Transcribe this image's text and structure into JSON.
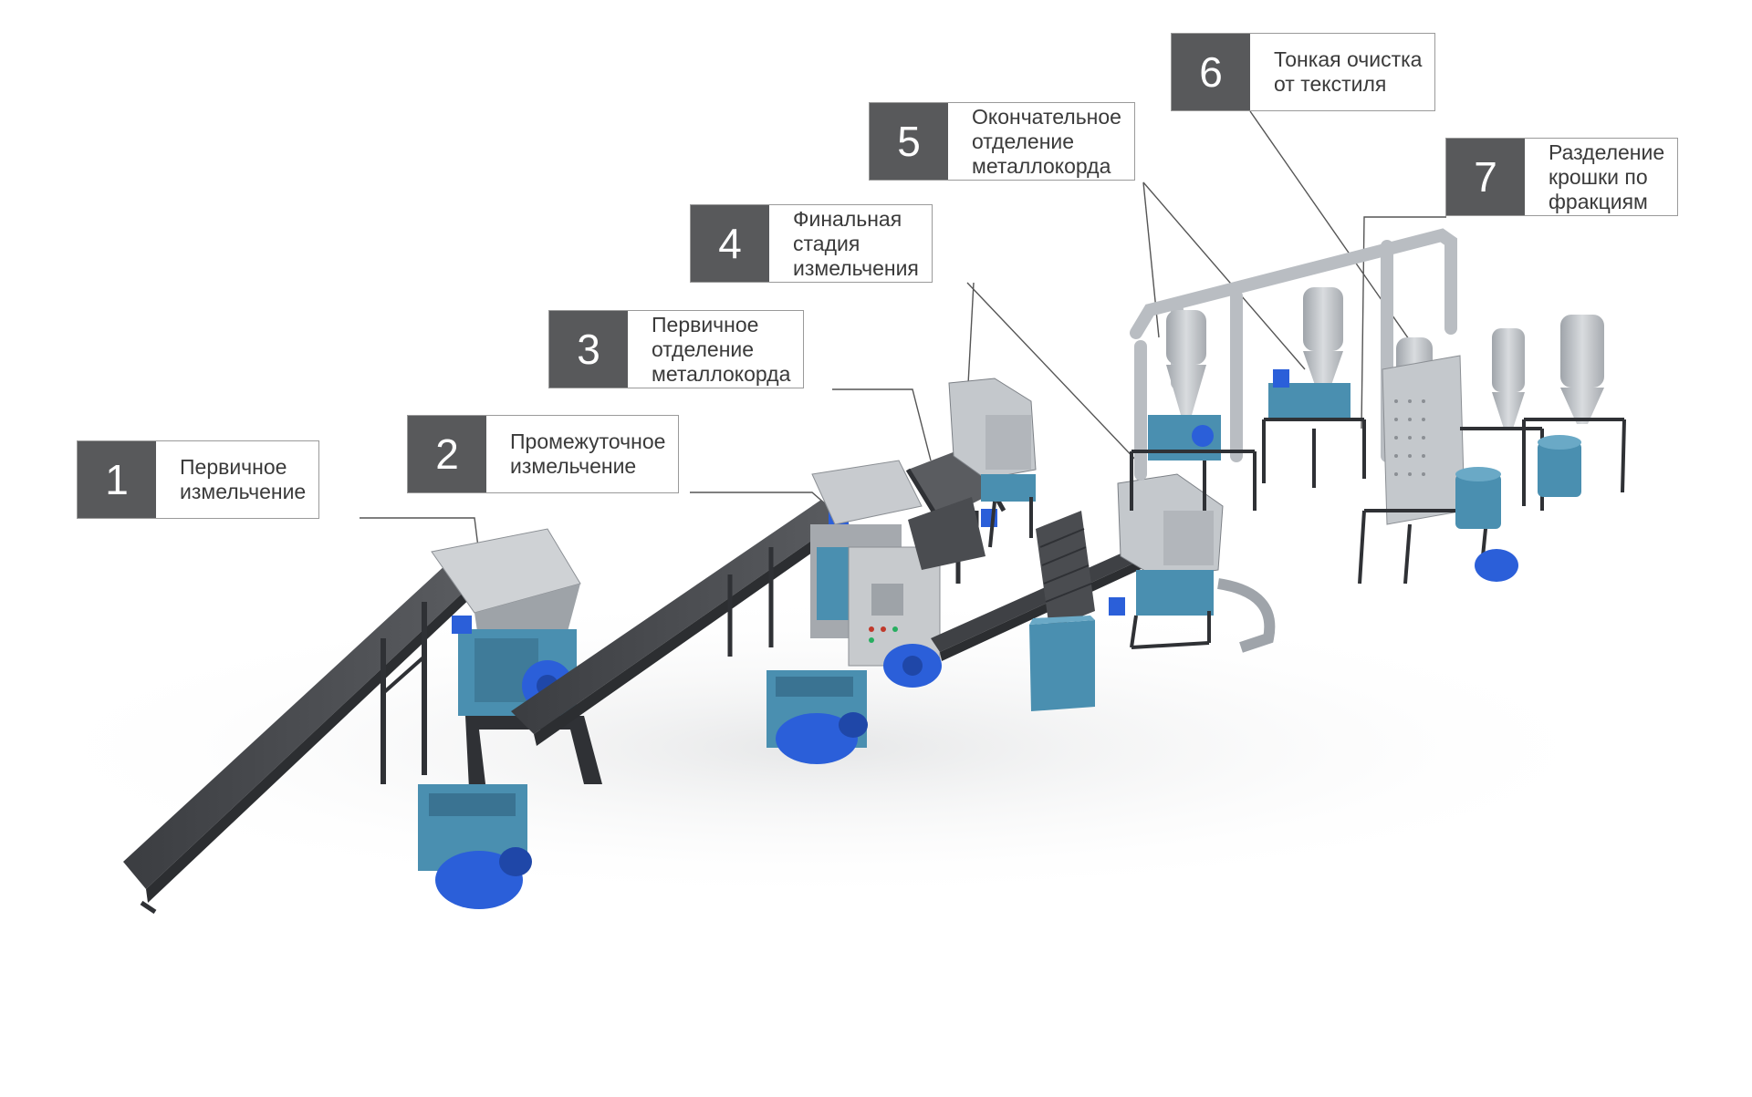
{
  "stages": [
    {
      "number": "1",
      "text": "Первичное\nизмельчение"
    },
    {
      "number": "2",
      "text": "Промежуточное\nизмельчение"
    },
    {
      "number": "3",
      "text": "Первичное\nотделение\nметаллокорда"
    },
    {
      "number": "4",
      "text": "Финальная\nстадия\nизмельчения"
    },
    {
      "number": "5",
      "text": "Окончательное\nотделение\nметаллокорда"
    },
    {
      "number": "6",
      "text": "Тонкая очистка\nот текстиля"
    },
    {
      "number": "7",
      "text": "Разделение\nкрошки по\nфракциям"
    }
  ],
  "colors": {
    "label_box": "#58595b",
    "motor_blue": "#2b5fd9",
    "machine_teal": "#4a8fb0",
    "steel_gray": "#b9bdc2",
    "conveyor_dark": "#4a4c50",
    "frame_dark": "#2f3135"
  }
}
